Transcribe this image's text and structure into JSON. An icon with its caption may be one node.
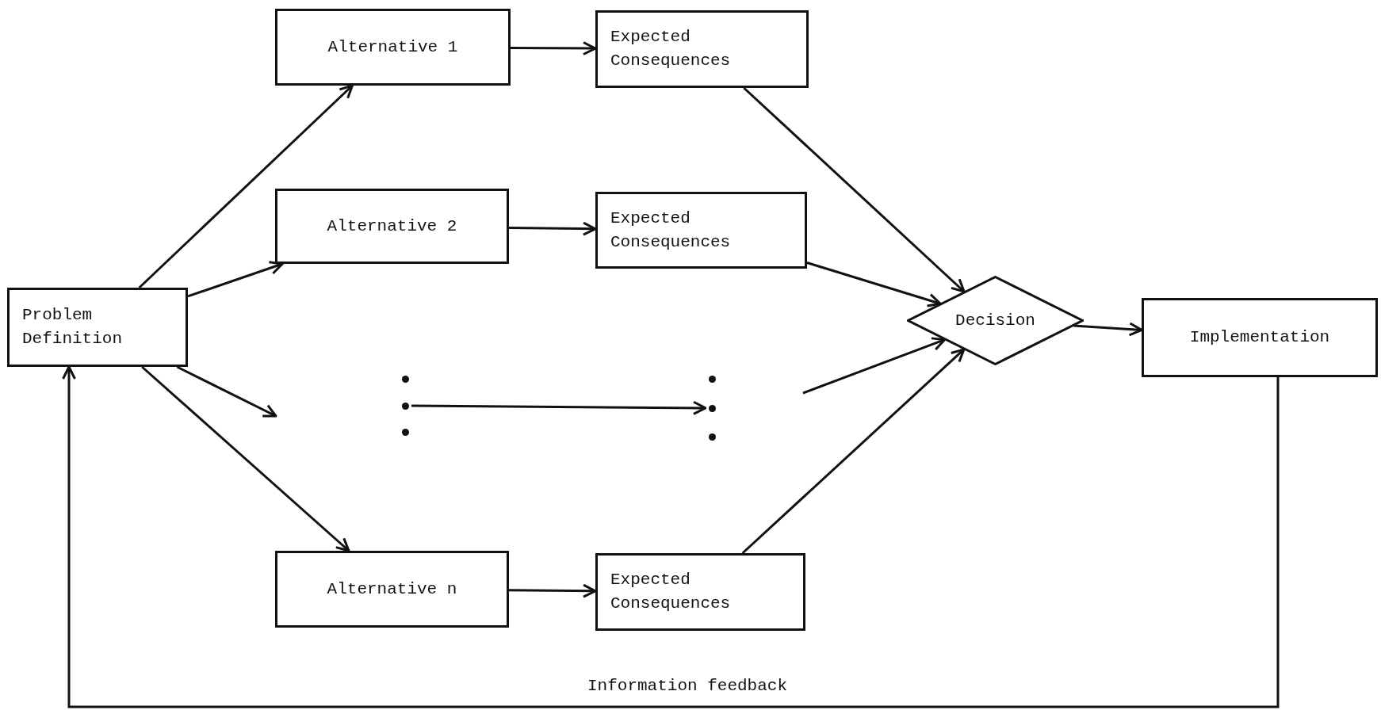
{
  "diagram": {
    "nodes": [
      {
        "text": [
          "Problem Definition"
        ]
      },
      {
        "text": [
          "Alternative 1"
        ]
      },
      {
        "text": [
          "Expected Consequences"
        ]
      },
      {
        "text": [
          "Alternative 2"
        ]
      },
      {
        "text": [
          "Expected Consequences"
        ]
      },
      {
        "text": [
          "Alternative n"
        ]
      },
      {
        "text": [
          "Expected Consequences"
        ]
      },
      {
        "text": [
          "Decision"
        ]
      },
      {
        "text": [
          "Implementation"
        ]
      },
      {
        "text": [],
        "shape": "ellipsis"
      },
      {
        "text": [],
        "shape": "ellipsis"
      }
    ],
    "edges": [
      {
        "from": 0,
        "to": 1,
        "arrow": "to"
      },
      {
        "from": 0,
        "to": 3,
        "arrow": "to"
      },
      {
        "from": 0,
        "to": null,
        "arrow": "to"
      },
      {
        "from": 0,
        "to": 5,
        "arrow": "to"
      },
      {
        "from": 1,
        "to": 2,
        "arrow": "to"
      },
      {
        "from": 3,
        "to": 4,
        "arrow": "to"
      },
      {
        "from": 9,
        "to": 10,
        "arrow": "to"
      },
      {
        "from": 5,
        "to": 6,
        "arrow": "to"
      },
      {
        "from": 2,
        "to": 7,
        "arrow": "to"
      },
      {
        "from": 4,
        "to": 7,
        "arrow": "to"
      },
      {
        "from": null,
        "to": 7,
        "arrow": "to"
      },
      {
        "from": 6,
        "to": 7,
        "arrow": "to"
      },
      {
        "from": 7,
        "to": 8,
        "arrow": "to"
      },
      {
        "from": 8,
        "to": 0,
        "arrow": "to",
        "label": "Information feedback"
      }
    ]
  }
}
